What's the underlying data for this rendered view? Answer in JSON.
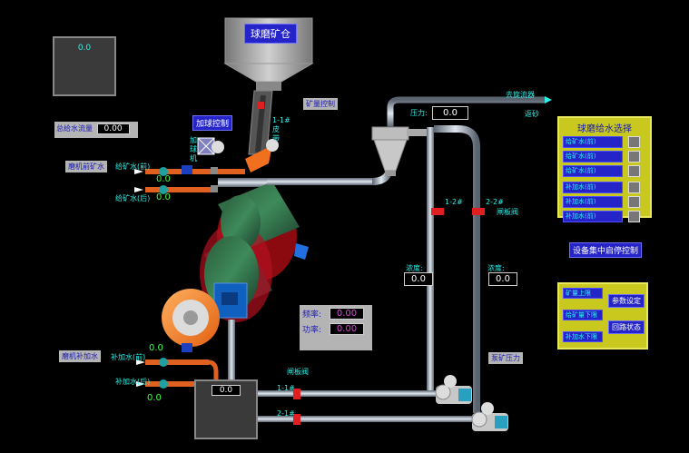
{
  "hopper": {
    "title": "球磨矿仓"
  },
  "top_left_tank": {
    "value": "0.0"
  },
  "bottom_tank": {
    "value": "0.0"
  },
  "total_flow": {
    "label": "总给水流量",
    "value": "0.00"
  },
  "labels": {
    "ore_control": "矿量控制",
    "add_ball_control": "加球控制",
    "belt": "1-1#\n皮\n带",
    "ball_feeder": "加\n球\n机",
    "mill_in_pressure": "磨机前矿水",
    "ore_water_up": "给矿水(前)",
    "ore_water_down": "给矿水(后)",
    "mill_add_water": "磨机补加水",
    "add_water_up": "补加水(前)",
    "add_water_down": "补加水(后)",
    "to_cyclone": "去旋流器",
    "return_sand": "返砂",
    "pressure": "压力:",
    "valve_1_2": "1-2#",
    "valve_2_2": "2-2#",
    "gate_valve_top": "闸板阀",
    "gate_valve_bottom": "闸板阀",
    "density_left": "浓度:",
    "density_right": "浓度:",
    "pump_pressure": "泵矿压力",
    "valve_1_1": "1-1#",
    "valve_2_1": "2-1#",
    "freq_label": "频率:",
    "power_label": "功率:",
    "center_control": "设备集中启停控制"
  },
  "values": {
    "ore_water_up": "0.0",
    "ore_water_down": "0.0",
    "add_water_up": "0.0",
    "add_water_down": "0.0",
    "pressure": "0.0",
    "density_left": "0.0",
    "density_right": "0.0",
    "freq": "0.00",
    "power": "0.00"
  },
  "water_select": {
    "title": "球磨给水选择",
    "rows": [
      "给矿水(前)",
      "给矿水(前)",
      "给矿水(前)",
      "补加水(前)",
      "补加水(前)",
      "补加水(前)"
    ]
  },
  "control_panel": {
    "items": [
      "矿量上限",
      "给矿量下限",
      "补加水下限"
    ],
    "param_button": "参数设定",
    "status_button": "回路状态"
  }
}
